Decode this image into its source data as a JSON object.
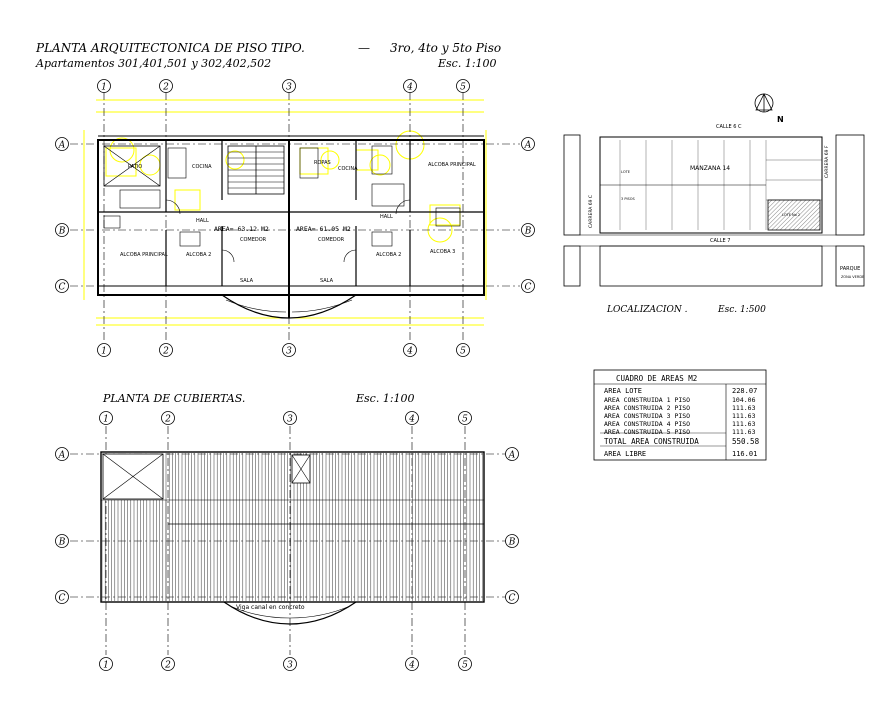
{
  "colors": {
    "background": "#ffffff",
    "ink": "#000000",
    "accent": "#ffff00",
    "hatch": "#333333"
  },
  "plan_tipo": {
    "title_line1": "PLANTA ARQUITECTONICA DE PISO TIPO.",
    "title_dash": "—",
    "title_floors": "3ro, 4to y 5to Piso",
    "title_line2": "Apartamentos 301,401,501 y 302,402,502",
    "scale": "Esc.   1:100",
    "area_left": "AREA= 63.12 M2",
    "area_right": "AREA= 61.05 M2",
    "rooms": {
      "patio": "PATIO",
      "cocina_left": "COCINA",
      "ropas": "ROPAS",
      "cocina_right": "COCINA",
      "alcoba_principal_right": "ALCOBA PRINCIPAL",
      "hall_left": "HALL",
      "hall_right": "HALL",
      "alcoba_principal_left": "ALCOBA PRINCIPAL",
      "alcoba2_left": "ALCOBA 2",
      "comedor_left": "COMEDOR",
      "comedor_right": "COMEDOR",
      "alcoba2_right": "ALCOBA 2",
      "alcoba3": "ALCOBA 3",
      "sala_left": "SALA",
      "sala_right": "SALA"
    }
  },
  "grid_axes": {
    "columns": [
      "1",
      "2",
      "3",
      "4",
      "5"
    ],
    "rows": [
      "A",
      "B",
      "C"
    ]
  },
  "plan_cubiertas": {
    "title": "PLANTA DE CUBIERTAS.",
    "scale": "Esc.    1:100",
    "gutter_note": "Viga canal en concreto"
  },
  "localizacion": {
    "title": "LOCALIZACION .",
    "scale": "Esc.  1:500",
    "north": "N",
    "street_top": "CALLE 6 C",
    "street_bottom": "CALLE 7",
    "carrera_left": "CARRERA 69 C",
    "carrera_right": "CARRERA 69 F",
    "manzana": "MANZANA 14",
    "parque": "PARQUE",
    "parque_sub": "ZONA VERDE",
    "lote": "LOTE",
    "pisos": "3 PISOS",
    "lote_n": "LOTE No 2"
  },
  "cuadro_areas": {
    "title": "CUADRO DE AREAS M2",
    "rows": [
      {
        "label": "AREA LOTE",
        "value": "228.07"
      },
      {
        "label": "AREA CONSTRUIDA 1 PISO",
        "value": "104.06"
      },
      {
        "label": "AREA CONSTRUIDA 2 PISO",
        "value": "111.63"
      },
      {
        "label": "AREA CONSTRUIDA 3 PISO",
        "value": "111.63"
      },
      {
        "label": "AREA CONSTRUIDA 4 PISO",
        "value": "111.63"
      },
      {
        "label": "AREA CONSTRUIDA 5 PISO",
        "value": "111.63"
      },
      {
        "label": "TOTAL AREA CONSTRUIDA",
        "value": "550.58"
      },
      {
        "label": "AREA LIBRE",
        "value": "116.01"
      }
    ]
  }
}
